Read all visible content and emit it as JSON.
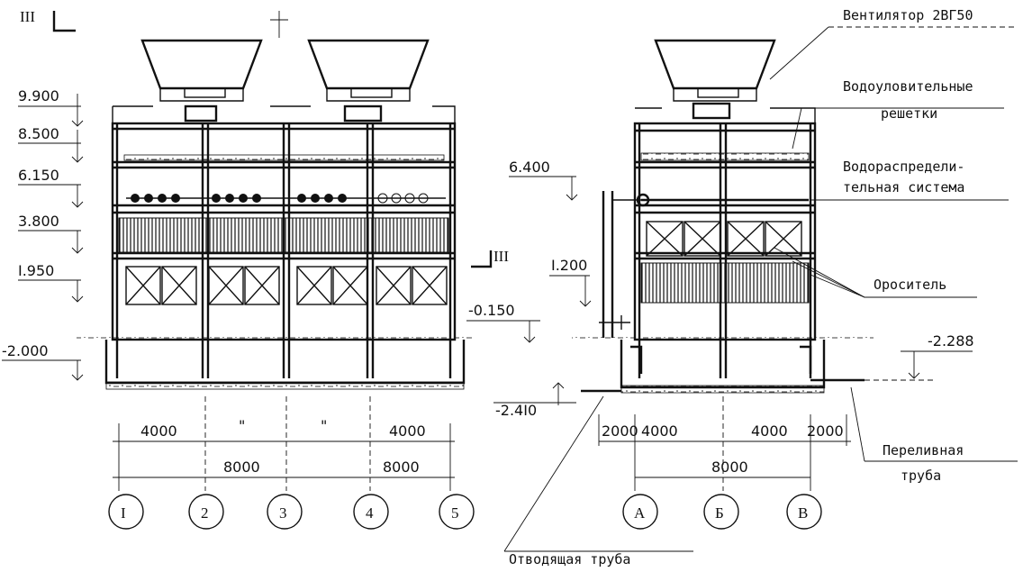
{
  "section_mark": "III",
  "section_mark_right": "III",
  "elevations_left": [
    "9.900",
    "8.500",
    "6.150",
    "3.800",
    "I.950",
    "-2.000"
  ],
  "elevations_mid": [
    "-0.150",
    "-2.4I0"
  ],
  "elevations_right": [
    "6.400",
    "I.200",
    "-2.288"
  ],
  "dims_left": {
    "seg1": "4000",
    "seg2": "\"",
    "seg3": "\"",
    "seg4": "4000",
    "span1": "8000",
    "span2": "8000"
  },
  "dims_right": {
    "seg1": "2000",
    "seg2": "4000",
    "seg3": "4000",
    "seg4": "2000",
    "span": "8000"
  },
  "axes_left": [
    "I",
    "2",
    "3",
    "4",
    "5"
  ],
  "axes_right": [
    "А",
    "Б",
    "В"
  ],
  "callouts": {
    "fan": "Вентилятор 2ВГ50",
    "eliminator_1": "Водоуловительные",
    "eliminator_2": "решетки",
    "distribution_1": "Водораспредели-",
    "distribution_2": "тельная система",
    "fill": "Ороситель",
    "overflow_1": "Переливная",
    "overflow_2": "труба",
    "outlet": "Отводящая труба"
  }
}
